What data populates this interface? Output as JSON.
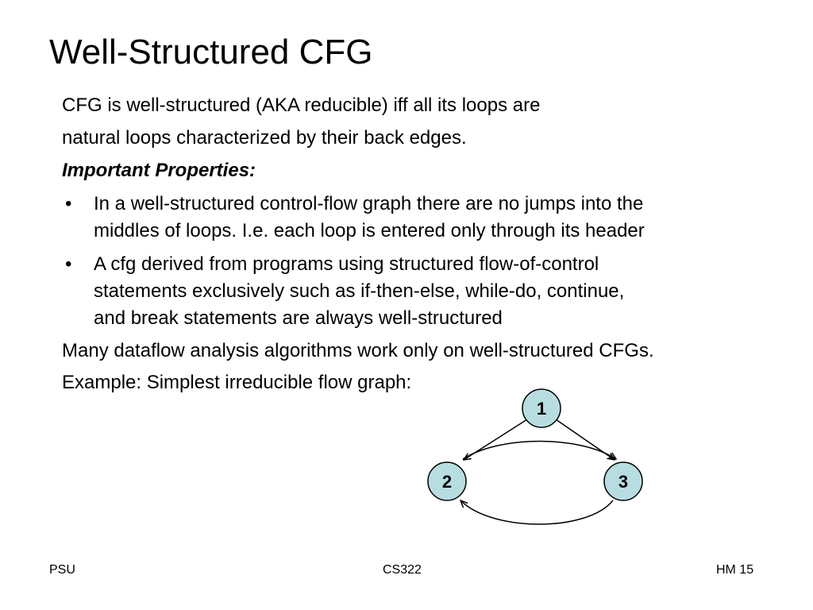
{
  "title": "Well-Structured CFG",
  "body": {
    "intro_line_1": "CFG is well-structured (AKA reducible) iff all its loops are",
    "intro_line_2": "natural loops characterized by their back edges.",
    "properties_heading": "Important Properties:",
    "bullets": [
      {
        "marker": "•",
        "lines": [
          "In a well-structured control-flow graph there are no jumps into the",
          "middles of loops. I.e. each loop is entered only through its header"
        ]
      },
      {
        "marker": "•",
        "lines": [
          "A cfg derived from programs using structured flow-of-control",
          "statements exclusively such as if-then-else, while-do, continue,",
          "and break statements are always well-structured"
        ]
      }
    ],
    "dataflow_line": "Many dataflow analysis algorithms work only on well-structured CFGs.",
    "example_line": "Example: Simplest irreducible flow graph:"
  },
  "graph": {
    "node_fill": "#b8dde1",
    "nodes": [
      {
        "id": "n1",
        "label": "1"
      },
      {
        "id": "n2",
        "label": "2"
      },
      {
        "id": "n3",
        "label": "3"
      }
    ],
    "edges": [
      {
        "from": "1",
        "to": "2"
      },
      {
        "from": "1",
        "to": "3"
      },
      {
        "from": "2",
        "to": "3"
      },
      {
        "from": "3",
        "to": "2"
      }
    ]
  },
  "footer": {
    "left": "PSU",
    "center": "CS322",
    "right": "HM 15"
  }
}
